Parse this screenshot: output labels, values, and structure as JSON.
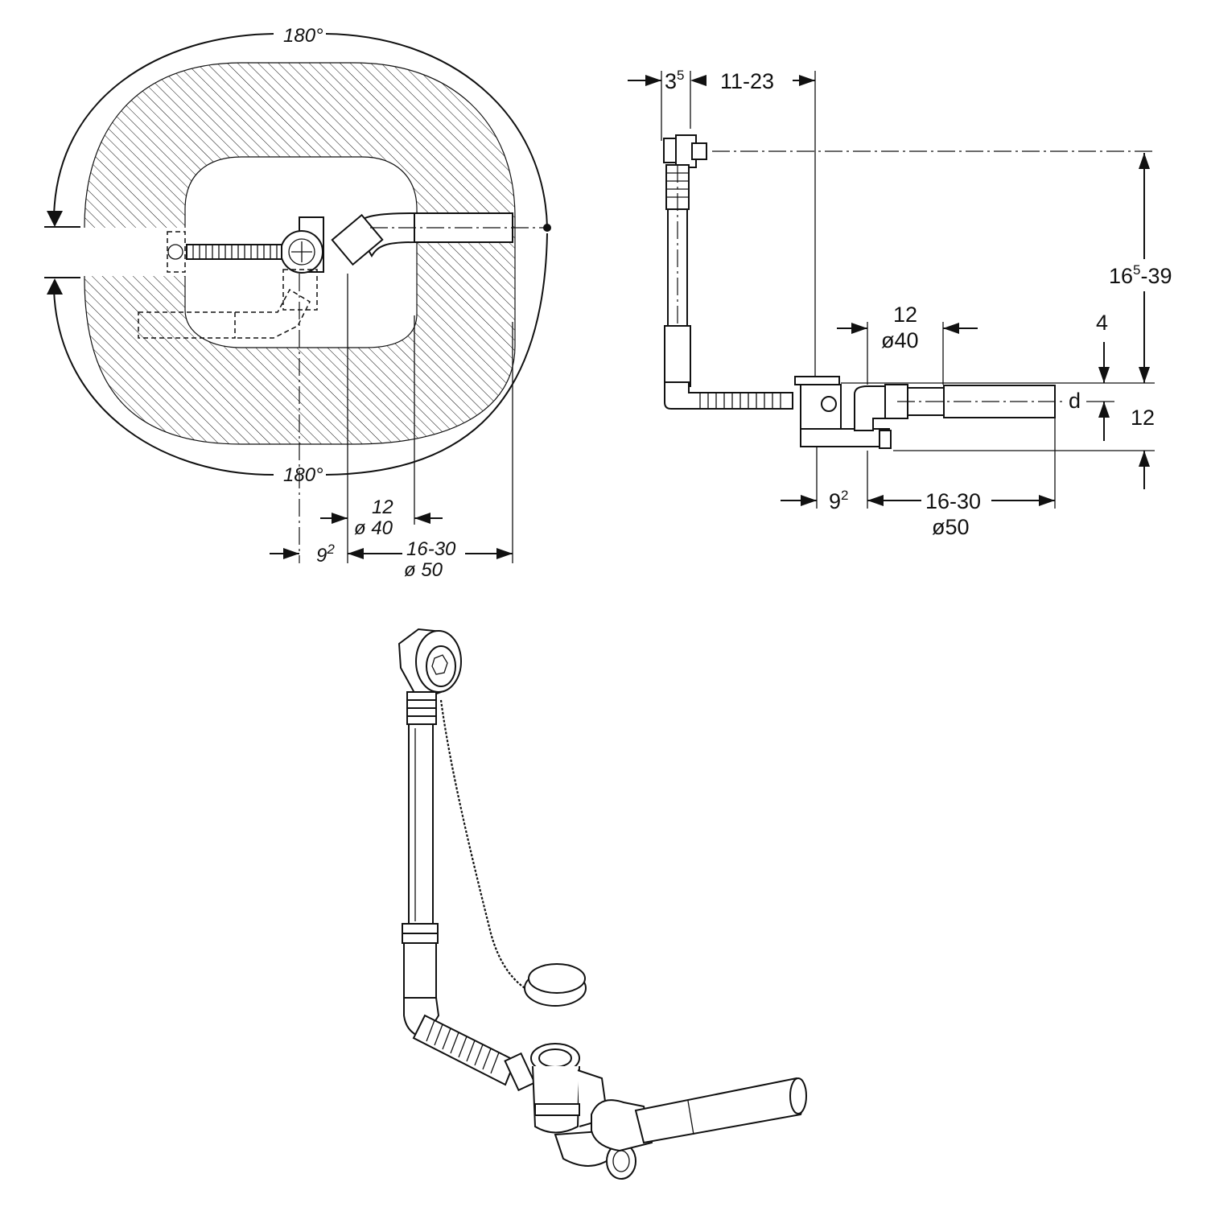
{
  "plan_view": {
    "angle_top": "180°",
    "angle_bottom": "180°",
    "dim_12": "12",
    "dim_d40": "ø 40",
    "dim_9": "9",
    "dim_9_sup": "2",
    "dim_16_30": "16-30",
    "dim_d50": "ø 50"
  },
  "side_view": {
    "dim_3": "3",
    "dim_3_sup": "5",
    "dim_11_23": "11-23",
    "dim_16": "16",
    "dim_16_sup": "5",
    "dim_39": "-39",
    "dim_12_top": "12",
    "dim_d40": "ø40",
    "dim_4": "4",
    "dim_d": "d",
    "dim_12_right": "12",
    "dim_9": "9",
    "dim_9_sup": "2",
    "dim_16_30": "16-30",
    "dim_d50": "ø50"
  },
  "colors": {
    "line": "#111111",
    "background": "#ffffff"
  },
  "icons": [
    "bath-drain-plan-view",
    "bath-drain-side-view",
    "bath-drain-isometric-view"
  ]
}
